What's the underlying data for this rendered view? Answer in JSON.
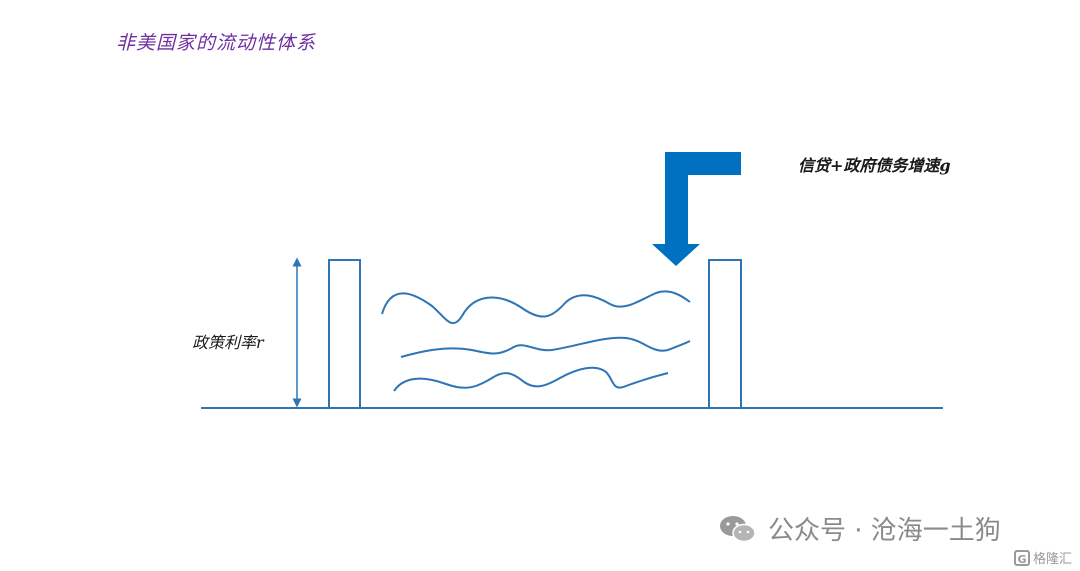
{
  "title": "非美国家的流动性体系",
  "labels": {
    "policy_rate": "政策利率r",
    "growth": "信贷+政府债务增速g"
  },
  "watermark": {
    "text": "公众号 · 沧海一土狗",
    "icon": "wechat-icon"
  },
  "corner_logo": {
    "mark": "G",
    "text": "格隆汇"
  },
  "colors": {
    "title": "#7030a0",
    "diagram": "#2e75b6",
    "arrow": "#0070c0",
    "watermark": "#8a8a8a"
  }
}
